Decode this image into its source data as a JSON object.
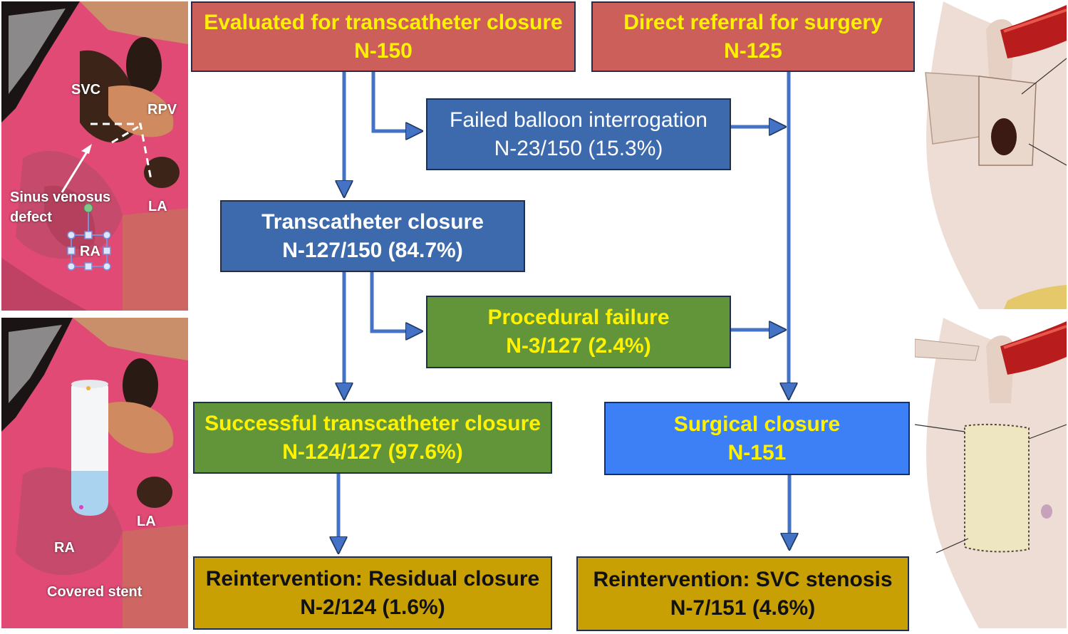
{
  "flowchart": {
    "evaluated": {
      "line1": "Evaluated for transcatheter closure",
      "line2": "N-150"
    },
    "direct_referral": {
      "line1": "Direct referral for surgery",
      "line2": "N-125"
    },
    "failed_balloon": {
      "line1": "Failed balloon interrogation",
      "line2": "N-23/150 (15.3%)"
    },
    "transcatheter_closure": {
      "line1": "Transcatheter closure",
      "line2": "N-127/150 (84.7%)"
    },
    "procedural_failure": {
      "line1": "Procedural failure",
      "line2": "N-3/127 (2.4%)"
    },
    "successful_closure": {
      "line1": "Successful transcatheter closure",
      "line2": "N-124/127 (97.6%)"
    },
    "surgical_closure": {
      "line1": "Surgical closure",
      "line2": "N-151"
    },
    "reintervention_residual": {
      "line1": "Reintervention: Residual closure",
      "line2": "N-2/124 (1.6%)"
    },
    "reintervention_svc": {
      "line1": "Reintervention: SVC stenosis",
      "line2": "N-7/151 (4.6%)"
    }
  },
  "left_top_image": {
    "labels": {
      "svc": "SVC",
      "rpv": "RPV",
      "sinus": "Sinus venosus",
      "defect": "defect",
      "la": "LA",
      "ra": "RA"
    }
  },
  "left_bottom_image": {
    "labels": {
      "la": "LA",
      "ra": "RA",
      "stent": "Covered stent"
    }
  },
  "colors": {
    "red_box": "#cd5f5a",
    "blue_box": "#3c6aad",
    "green_box": "#62953a",
    "surgical_box": "#3d7ff5",
    "gold_box": "#c9a004",
    "yellow_text": "#fff200",
    "arrow": "#4472c4"
  }
}
